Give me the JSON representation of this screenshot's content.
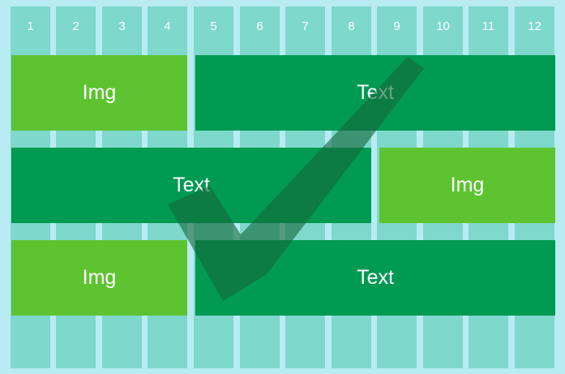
{
  "grid": {
    "columns": [
      "1",
      "2",
      "3",
      "4",
      "5",
      "6",
      "7",
      "8",
      "9",
      "10",
      "11",
      "12"
    ]
  },
  "rows": [
    {
      "blocks": [
        {
          "kind": "img",
          "label": "Img"
        },
        {
          "kind": "text",
          "label": "Text"
        }
      ]
    },
    {
      "blocks": [
        {
          "kind": "text",
          "label": "Text"
        },
        {
          "kind": "img",
          "label": "Img"
        }
      ]
    },
    {
      "blocks": [
        {
          "kind": "img",
          "label": "Img"
        },
        {
          "kind": "text",
          "label": "Text"
        }
      ]
    }
  ],
  "colors": {
    "background": "#b8ecf2",
    "column": "#7ed8cc",
    "img_block": "#5ec331",
    "text_block": "#019a52",
    "checkmark": "#14693c"
  },
  "overlay_icon": "checkmark-icon"
}
